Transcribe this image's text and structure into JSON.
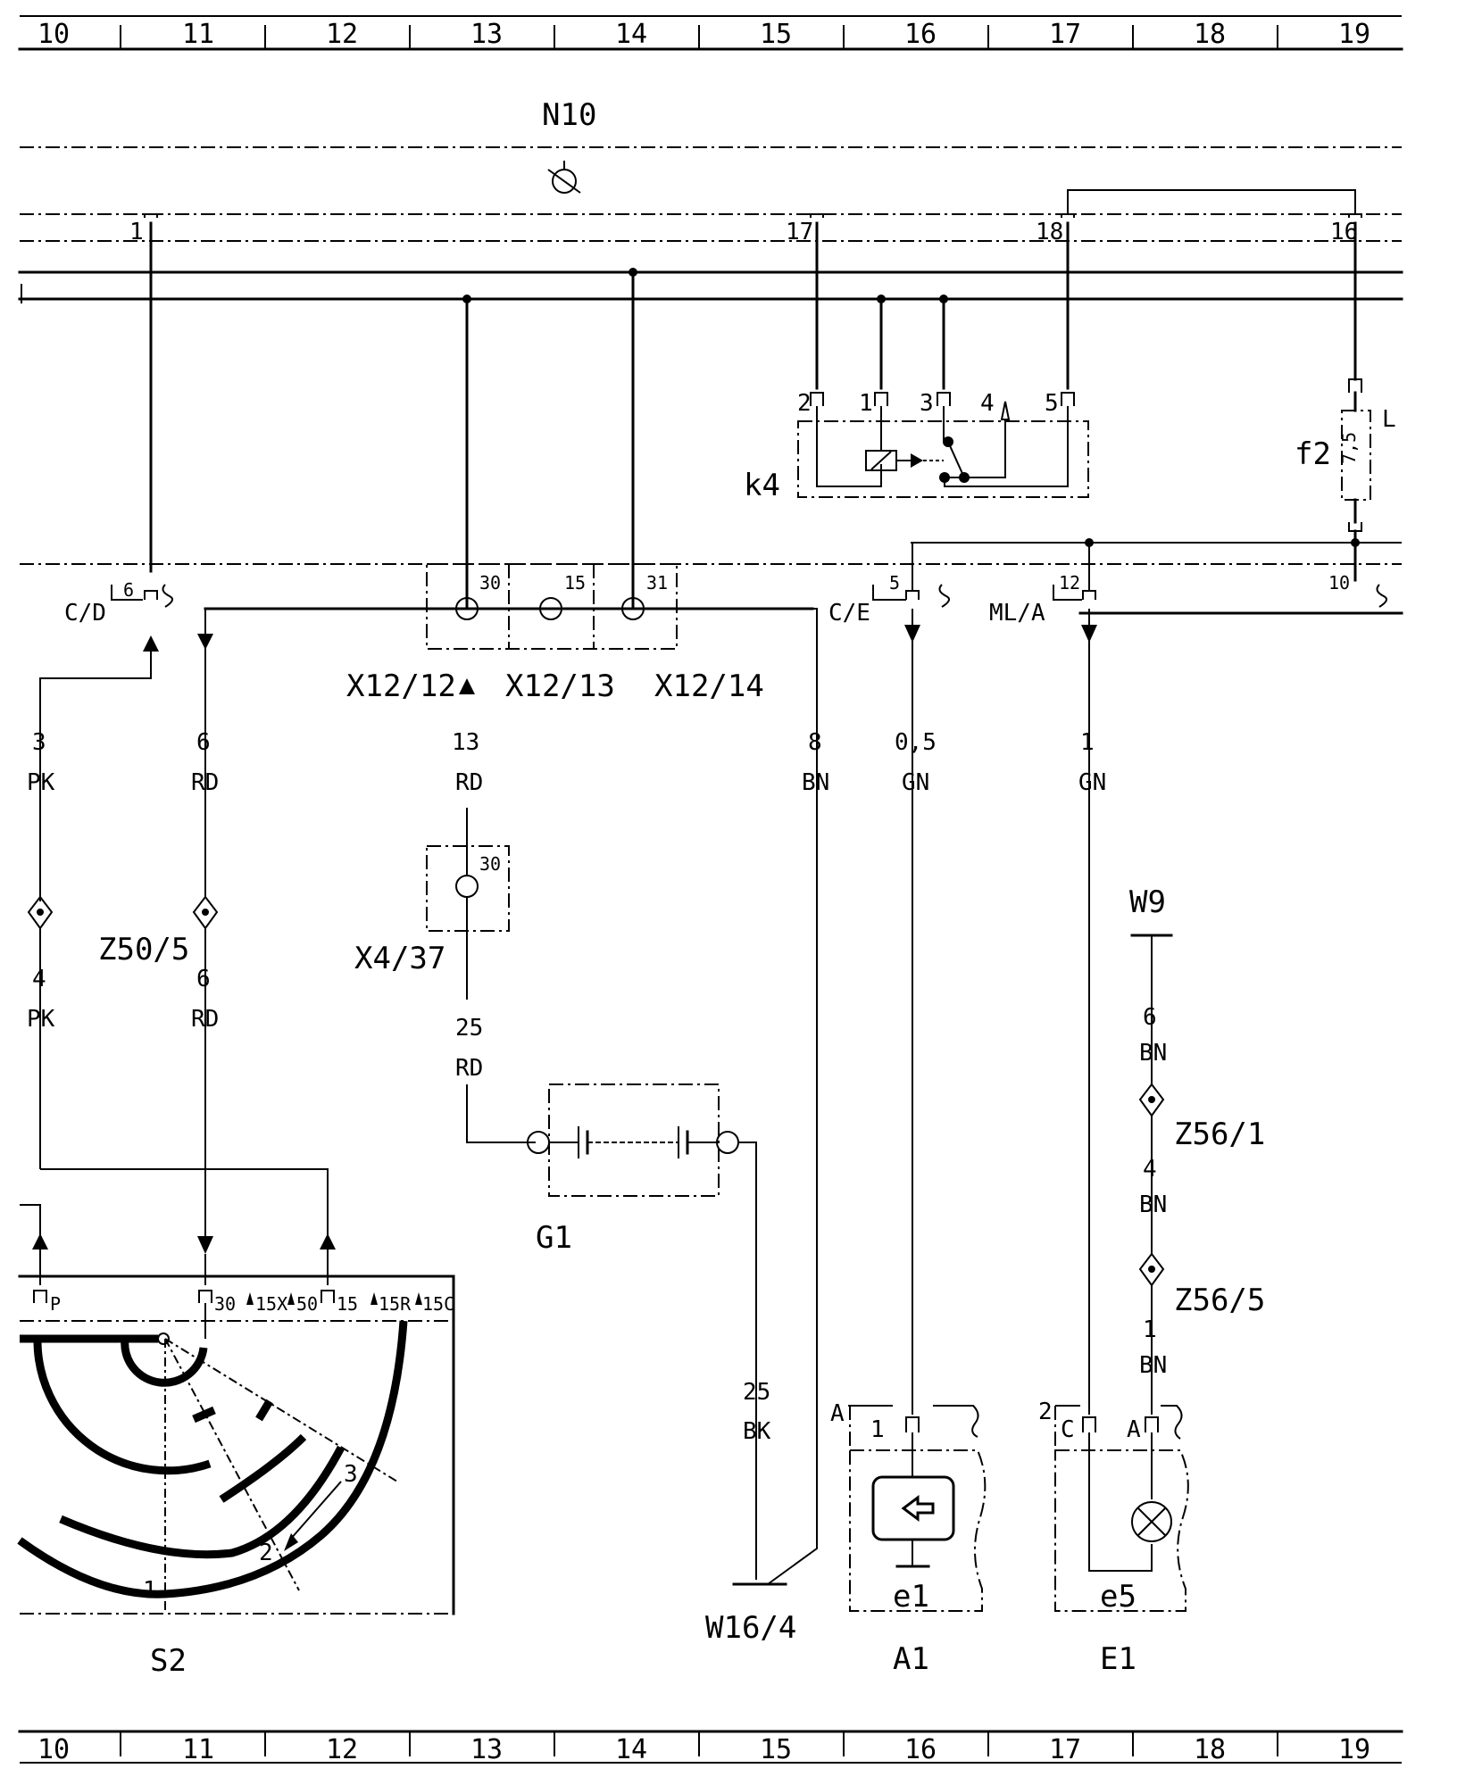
{
  "grid_columns": [
    "10",
    "11",
    "12",
    "13",
    "14",
    "15",
    "16",
    "17",
    "18",
    "19"
  ],
  "modules": {
    "n10": "N10",
    "k4": "k4",
    "f2": "f2",
    "f2_rating": "7,5",
    "f2_side": "L",
    "g1": "G1",
    "s2": "S2",
    "a1": "A1",
    "e1": "E1",
    "w16_4": "W16/4",
    "w9": "W9",
    "x4_37": "X4/37",
    "x12_12": "X12/12",
    "x12_13": "X12/13",
    "x12_14": "X12/14",
    "z50_5": "Z50/5",
    "z56_1": "Z56/1",
    "z56_5": "Z56/5",
    "e1_inner": "e1",
    "e5_inner": "e5"
  },
  "connectors": {
    "cd": "C/D",
    "ce": "C/E",
    "mla": "ML/A",
    "a": "A",
    "two": "2"
  },
  "pins": {
    "n10_1": "1",
    "n10_17": "17",
    "n10_18": "18",
    "n10_16": "16",
    "k4_2": "2",
    "k4_1": "1",
    "k4_3": "3",
    "k4_4": "4",
    "k4_5": "5",
    "cd_6": "6",
    "ce_5": "5",
    "mla_12": "12",
    "n10_10": "10",
    "x12_30": "30",
    "x12_15": "15",
    "x12_31": "31",
    "x4_30": "30",
    "a1_1": "1",
    "e1_c": "C",
    "e1_a": "A",
    "s2_p": "P",
    "s2_30": "30",
    "s2_15x": "15X",
    "s2_50": "50",
    "s2_15": "15",
    "s2_15r": "15R",
    "s2_15c": "15C",
    "pos_1": "1",
    "pos_2": "2",
    "pos_3": "3"
  },
  "wires": {
    "w_3pk": [
      "3",
      "PK"
    ],
    "w_4pk": [
      "4",
      "PK"
    ],
    "w_6rd_a": [
      "6",
      "RD"
    ],
    "w_6rd_b": [
      "6",
      "RD"
    ],
    "w_13rd": [
      "13",
      "RD"
    ],
    "w_25rd": [
      "25",
      "RD"
    ],
    "w_8bn": [
      "8",
      "BN"
    ],
    "w_05gn": [
      "0,5",
      "GN"
    ],
    "w_1gn": [
      "1",
      "GN"
    ],
    "w_25bk": [
      "25",
      "BK"
    ],
    "w_6bn": [
      "6",
      "BN"
    ],
    "w_4bn": [
      "4",
      "BN"
    ],
    "w_1bn": [
      "1",
      "BN"
    ]
  }
}
